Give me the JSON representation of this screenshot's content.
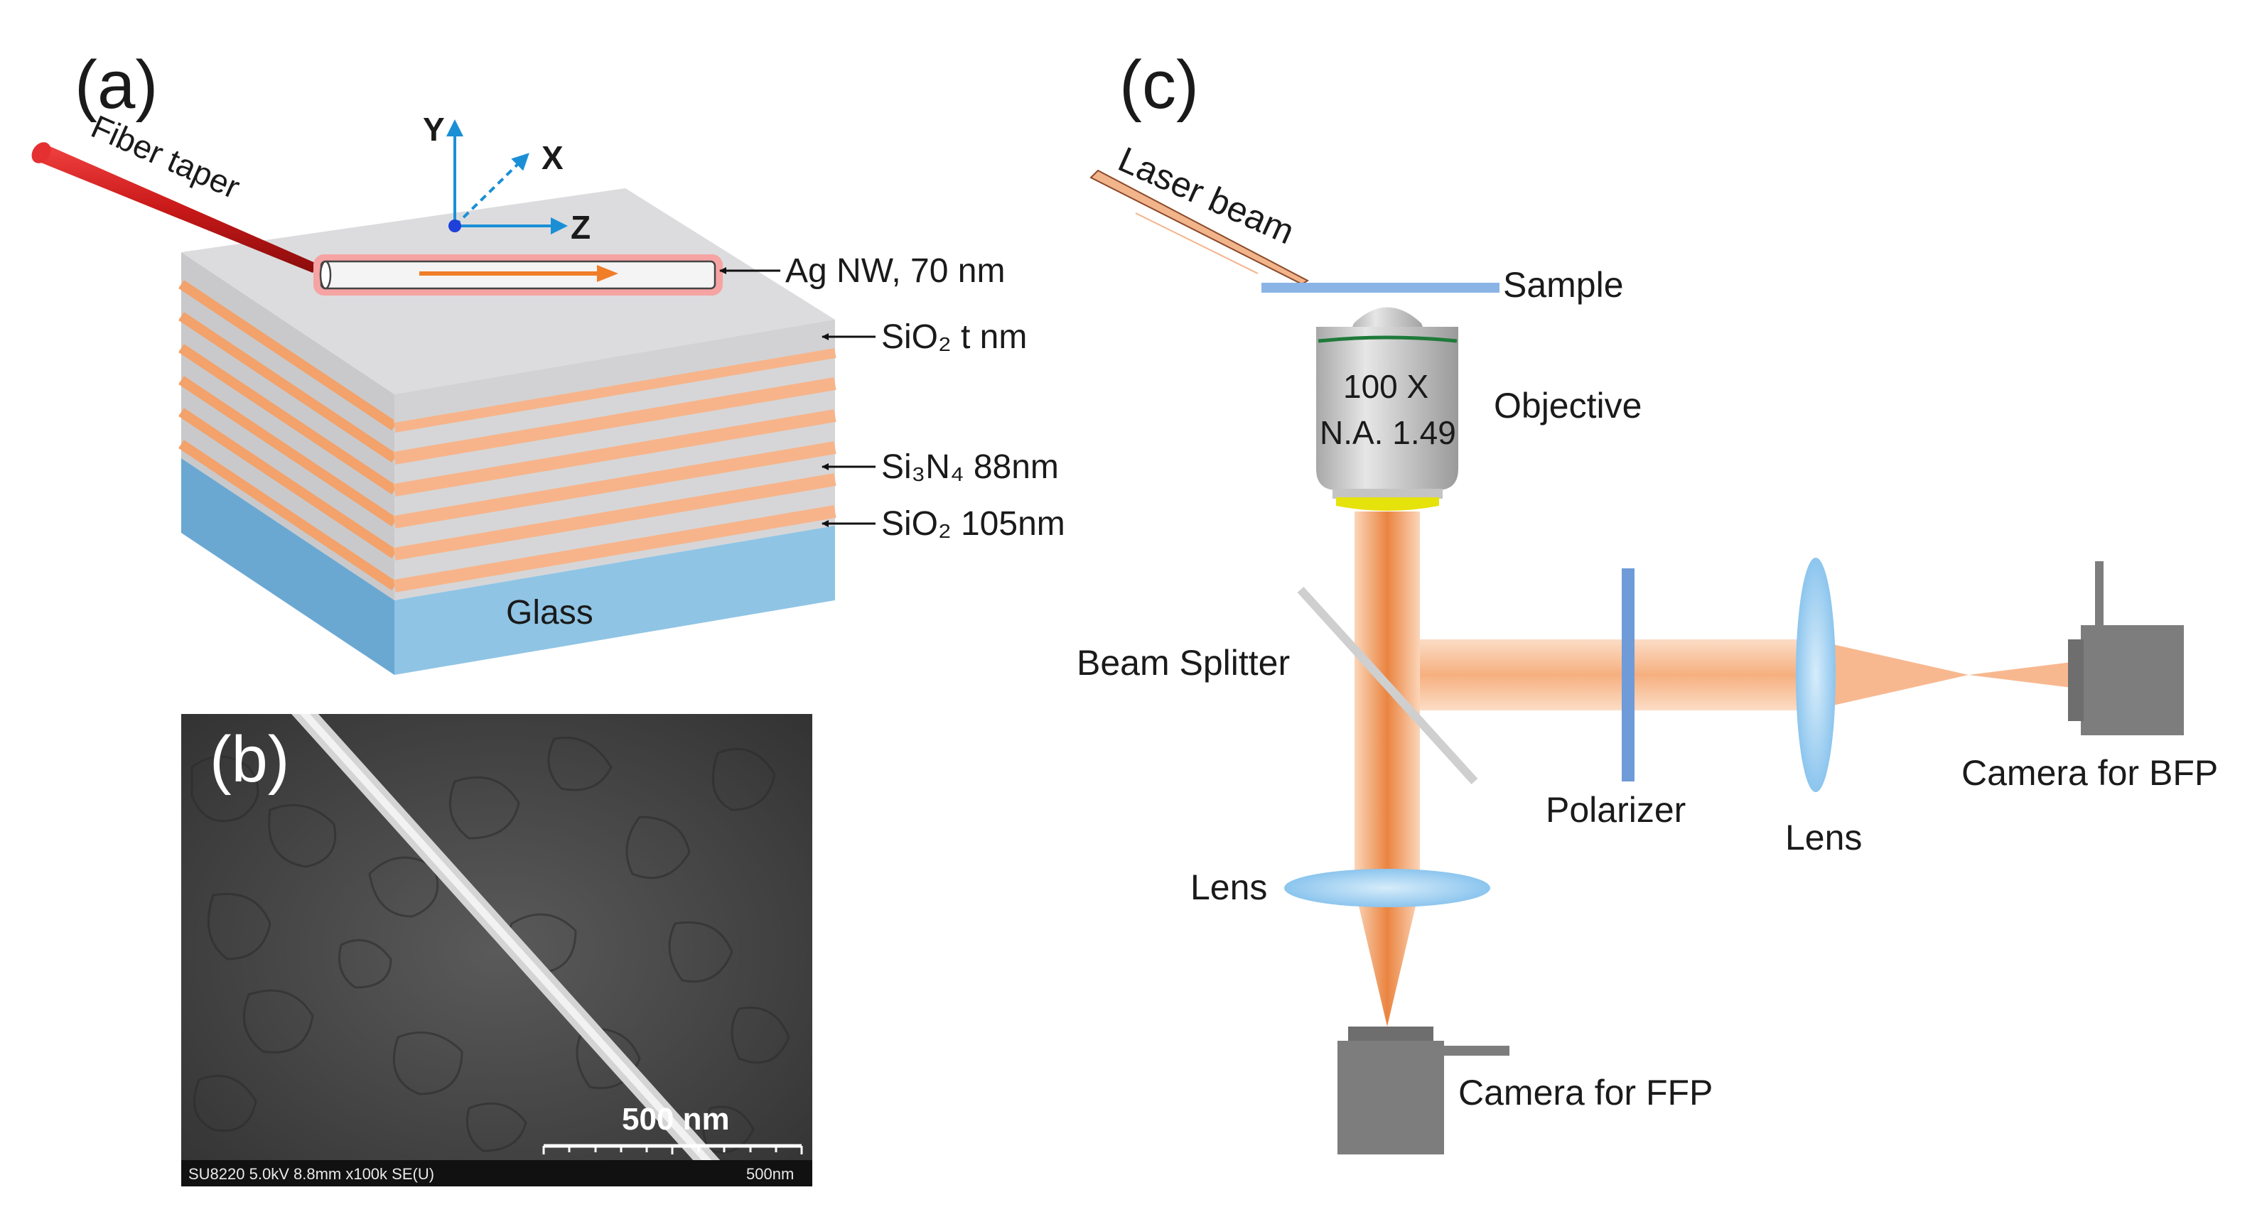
{
  "panels": {
    "a": {
      "label": "(a)",
      "fiber_label": "Fiber taper",
      "axes": {
        "y": "Y",
        "x": "X",
        "z": "Z"
      },
      "nanowire_label": "Ag NW, 70 nm",
      "spacer_label": "SiO₂ t nm",
      "layer1_label": "Si₃N₄ 88nm",
      "layer2_label": "SiO₂ 105nm",
      "substrate_label": "Glass"
    },
    "b": {
      "label": "(b)",
      "scale_label": "500 nm",
      "info_bar_left": "SU8220 5.0kV 8.8mm x100k SE(U)",
      "info_bar_right": "500nm"
    },
    "c": {
      "label": "(c)",
      "laser_label": "Laser beam",
      "sample_label": "Sample",
      "objective_label": "Objective",
      "objective_mag": "100 X",
      "objective_na": "N.A. 1.49",
      "beam_splitter_label": "Beam Splitter",
      "polarizer_label": "Polarizer",
      "lens_right_label": "Lens",
      "lens_bottom_label": "Lens",
      "camera_bfp_label": "Camera for BFP",
      "camera_ffp_label": "Camera for FFP"
    }
  },
  "colors": {
    "fiber": "#d42020",
    "stack_gray": "#d6d6d8",
    "stack_orange": "#f5b07c",
    "glass": "#8fc4e4",
    "axis_blue": "#1b8fd6",
    "arrow_orange": "#f07d28",
    "beam": "#f6a26a",
    "sem_bg": "#4a4a4a",
    "camera": "#7d7d7d",
    "polarizer": "#6f9bd8",
    "lens": "#a9d3f0",
    "objective_ring": "#1f7a3a",
    "objective_base": "#e4e20a"
  }
}
